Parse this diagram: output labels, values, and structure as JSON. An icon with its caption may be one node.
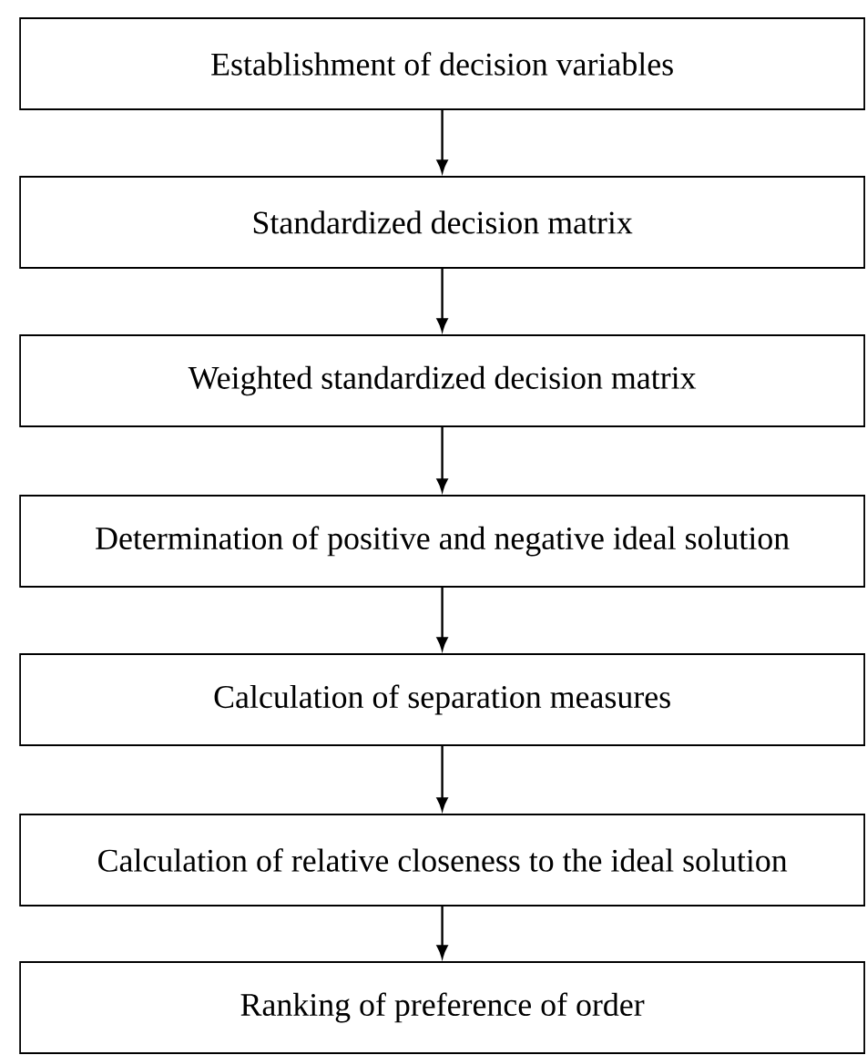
{
  "diagram": {
    "nodes": [
      {
        "text": [
          "Establishment of decision variables"
        ]
      },
      {
        "text": [
          "Standardized decision matrix"
        ]
      },
      {
        "text": [
          "Weighted standardized decision matrix"
        ]
      },
      {
        "text": [
          "Determination of positive and negative ideal solution"
        ]
      },
      {
        "text": [
          "Calculation of separation measures"
        ]
      },
      {
        "text": [
          "Calculation of relative closeness to the ideal solution"
        ]
      },
      {
        "text": [
          "Ranking of preference of order"
        ]
      }
    ],
    "edges": [
      {
        "from": 0,
        "to": 1,
        "arrow": "to"
      },
      {
        "from": 1,
        "to": 2,
        "arrow": "to"
      },
      {
        "from": 2,
        "to": 3,
        "arrow": "to"
      },
      {
        "from": 3,
        "to": 4,
        "arrow": "to"
      },
      {
        "from": 4,
        "to": 5,
        "arrow": "to"
      },
      {
        "from": 5,
        "to": 6,
        "arrow": "to"
      }
    ]
  }
}
